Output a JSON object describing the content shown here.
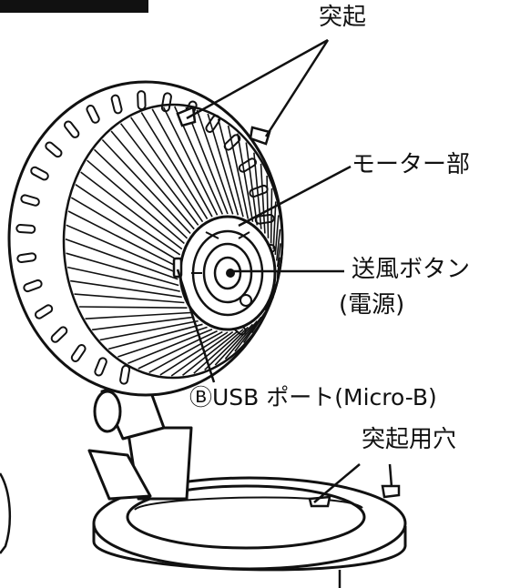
{
  "labels": {
    "protrusion": "突起",
    "motor_unit": "モーター部",
    "fan_button_line1": "送風ボタン",
    "fan_button_line2": "(電源)",
    "usb_port": "ⒷUSB ポート(Micro-B)",
    "protrusion_hole": "突起用穴"
  },
  "colors": {
    "ink": "#111111",
    "paper": "#ffffff",
    "header": "#111111"
  }
}
